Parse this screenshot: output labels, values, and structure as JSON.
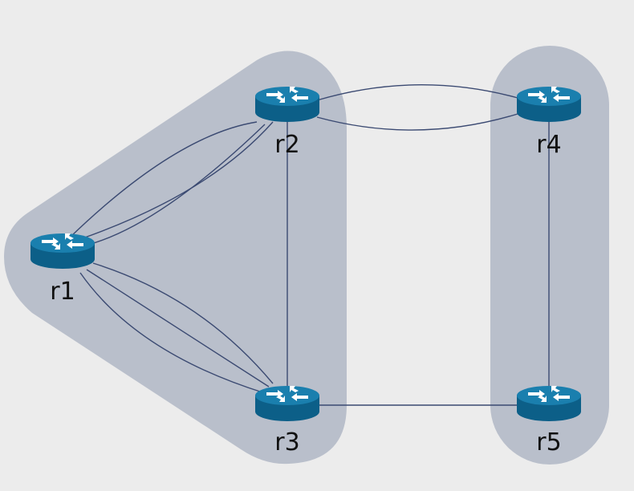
{
  "diagram": {
    "colors": {
      "background": "#ececec",
      "group_fill": "#b9bfcb",
      "link": "#3b4a72",
      "router_top": "#1a7fae",
      "router_side": "#0c5f88",
      "router_arrow": "#ffffff"
    },
    "groups": [
      {
        "name": "group-left",
        "members": [
          "r1",
          "r2",
          "r3"
        ]
      },
      {
        "name": "group-right",
        "members": [
          "r4",
          "r5"
        ]
      }
    ],
    "nodes": [
      {
        "id": "r1",
        "label": "r1",
        "icon": "router-icon"
      },
      {
        "id": "r2",
        "label": "r2",
        "icon": "router-icon"
      },
      {
        "id": "r3",
        "label": "r3",
        "icon": "router-icon"
      },
      {
        "id": "r4",
        "label": "r4",
        "icon": "router-icon"
      },
      {
        "id": "r5",
        "label": "r5",
        "icon": "router-icon"
      }
    ],
    "links": [
      {
        "from": "r1",
        "to": "r2",
        "count": 3
      },
      {
        "from": "r1",
        "to": "r3",
        "count": 3
      },
      {
        "from": "r2",
        "to": "r3",
        "count": 1
      },
      {
        "from": "r2",
        "to": "r4",
        "count": 2
      },
      {
        "from": "r3",
        "to": "r5",
        "count": 1
      },
      {
        "from": "r4",
        "to": "r5",
        "count": 1
      }
    ]
  }
}
